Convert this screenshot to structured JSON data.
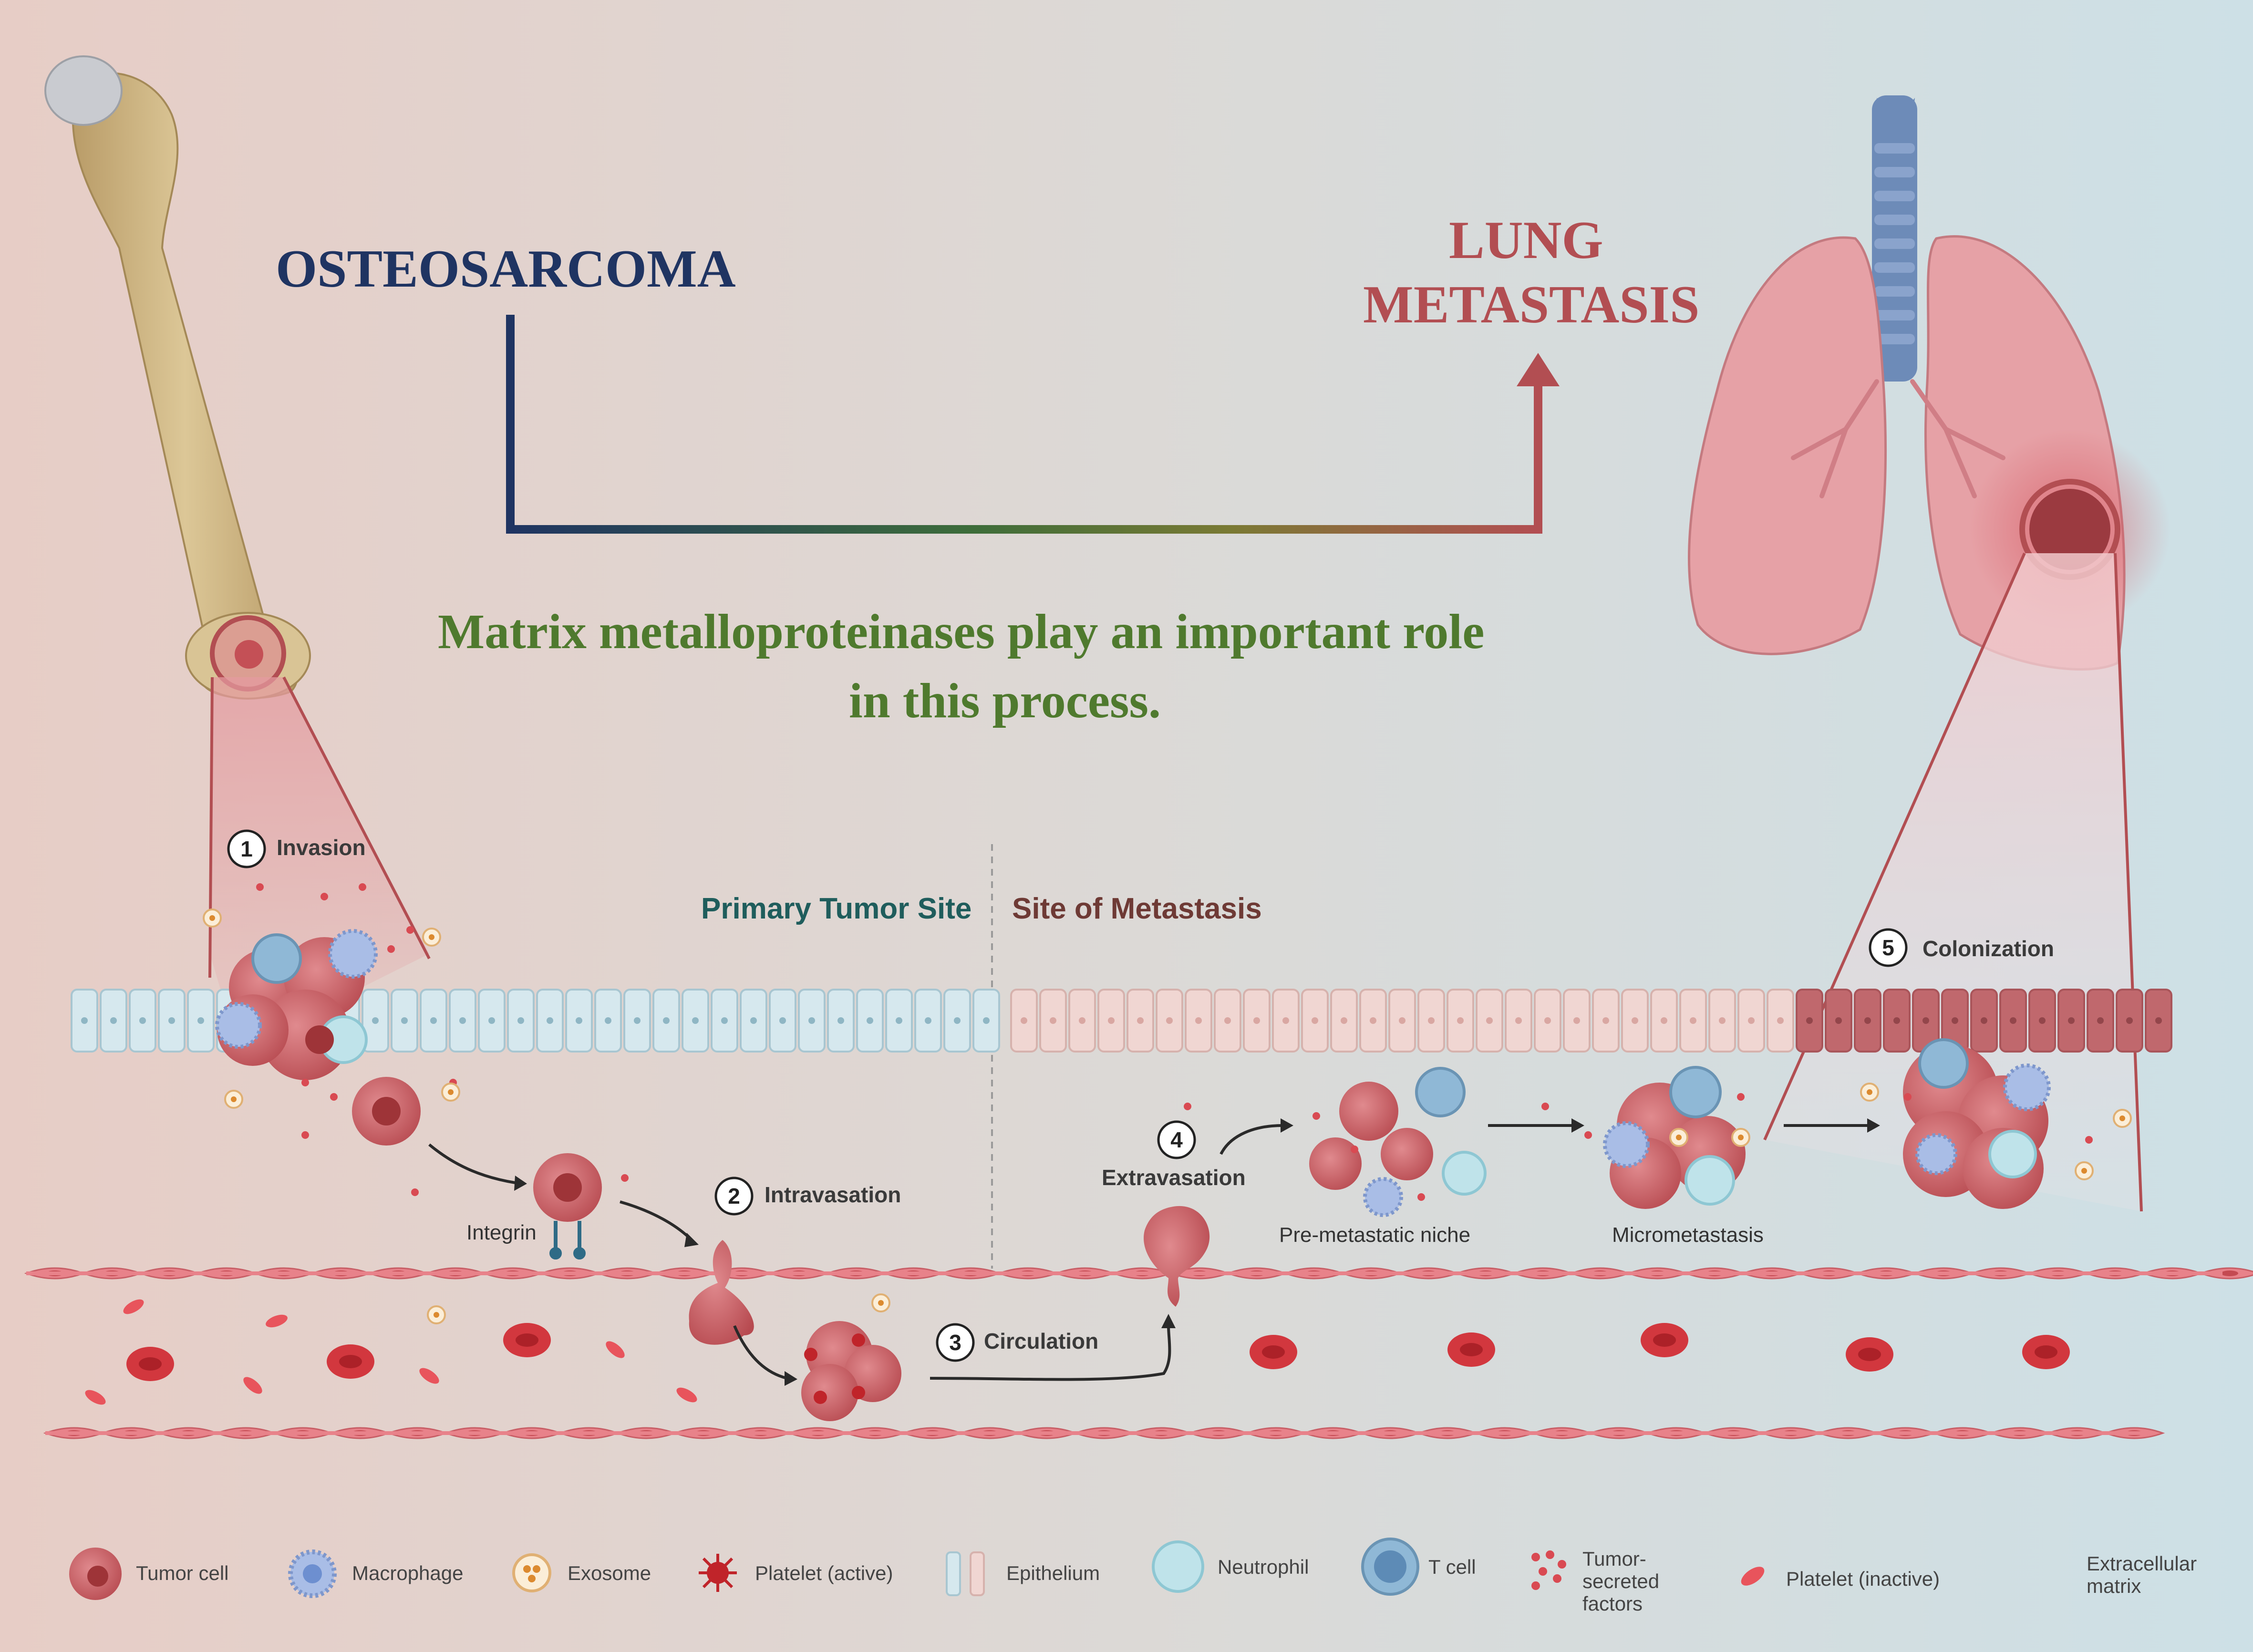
{
  "titles": {
    "primary": "OSTEOSARCOMA",
    "metastasis_line1": "LUNG",
    "metastasis_line2": "METASTASIS",
    "note_line1": "Matrix metalloproteinases play an important role",
    "note_line2": "in this process."
  },
  "sites": {
    "primary": "Primary Tumor Site",
    "metastasis": "Site of Metastasis"
  },
  "steps": [
    {
      "num": "1",
      "label": "Invasion"
    },
    {
      "num": "2",
      "label": "Intravasation"
    },
    {
      "num": "3",
      "label": "Circulation"
    },
    {
      "num": "4",
      "label": "Extravasation"
    },
    {
      "num": "5",
      "label": "Colonization"
    }
  ],
  "labels": {
    "integrin": "Integrin",
    "premetastatic": "Pre-metastatic niche",
    "micrometastasis": "Micrometastasis"
  },
  "legend": [
    {
      "id": "tumor-cell",
      "lines": [
        "Tumor cell"
      ]
    },
    {
      "id": "macrophage",
      "lines": [
        "Macrophage"
      ]
    },
    {
      "id": "exosome",
      "lines": [
        "Exosome"
      ]
    },
    {
      "id": "platelet-active",
      "lines": [
        "Platelet (active)"
      ]
    },
    {
      "id": "epithelium",
      "lines": [
        "Epithelium"
      ]
    },
    {
      "id": "neutrophil",
      "lines": [
        "Neutrophil"
      ]
    },
    {
      "id": "t-cell",
      "lines": [
        "T cell"
      ]
    },
    {
      "id": "tumor-secreted-factors",
      "lines": [
        "Tumor-",
        "secreted",
        "factors"
      ]
    },
    {
      "id": "platelet-inactive",
      "lines": [
        "Platelet (inactive)"
      ]
    },
    {
      "id": "extracellular-matrix",
      "lines": [
        "Extracellular",
        "matrix"
      ]
    }
  ],
  "colors": {
    "navy": "#1f3462",
    "red": "#b24e52",
    "green": "#4f7a2e",
    "tumor": "#c85a5f",
    "tumor_dark": "#9e3438",
    "vessel": "#e8828a",
    "rbc": "#d2373e",
    "epi_blue": "#d6e8ee",
    "epi_pink": "#f0d6d2",
    "tcell": "#7fb2d6",
    "macrophage": "#9bb5e0",
    "neutrophil": "#a9d7e0",
    "bone": "#d2bb8a"
  }
}
